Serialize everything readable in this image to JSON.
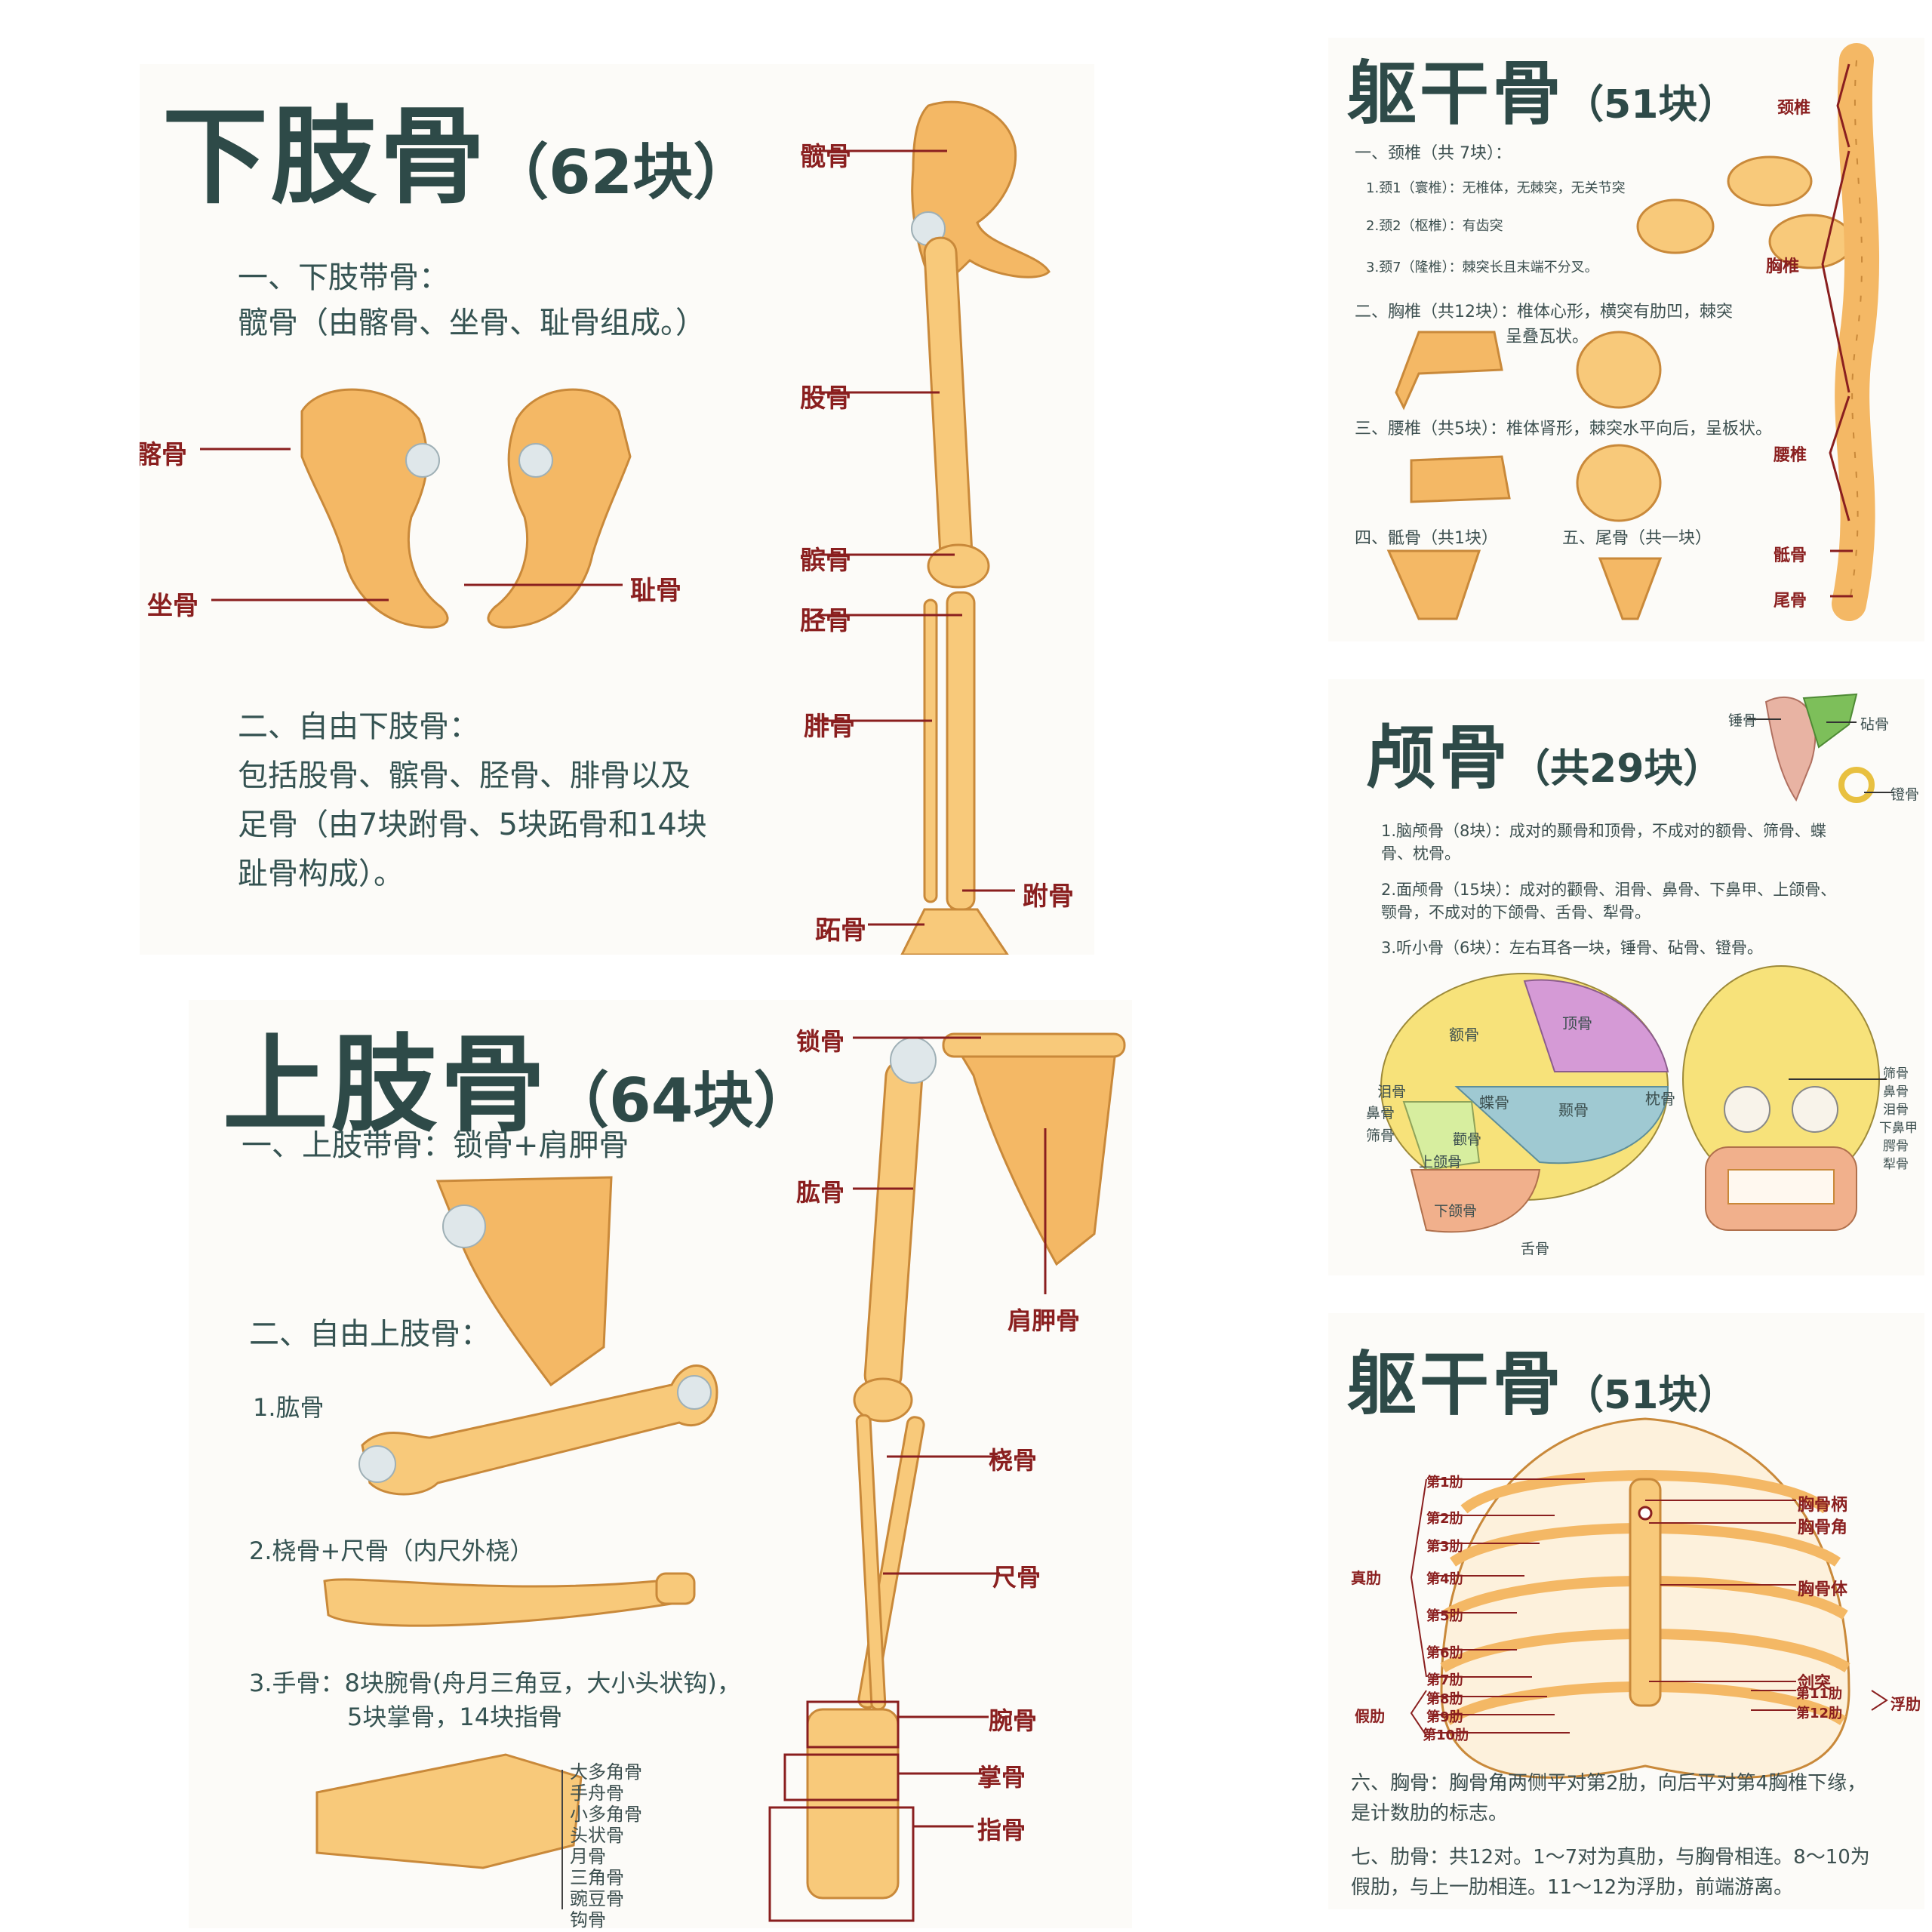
{
  "lower": {
    "title": "下肢骨",
    "count": "（62块）",
    "h1": "一、下肢带骨：",
    "h1_desc": "髋骨（由髂骨、坐骨、耻骨组成。）",
    "h2": "二、自由下肢骨：",
    "h2_l1": "包括股骨、髌骨、胫骨、腓骨以及",
    "h2_l2": "足骨（由7块跗骨、5块跖骨和14块",
    "h2_l3": "趾骨构成）。",
    "labels": {
      "ilium": "髂骨",
      "ischium": "坐骨",
      "pubis": "耻骨",
      "hip": "髋骨",
      "femur": "股骨",
      "patella": "髌骨",
      "tibia": "胫骨",
      "fibula": "腓骨",
      "tarsal": "跗骨",
      "metatarsal": "跖骨"
    }
  },
  "upper": {
    "title": "上肢骨",
    "count": "（64块）",
    "h1": "一、上肢带骨：锁骨+肩胛骨",
    "h2": "二、自由上肢骨：",
    "i1": "1.肱骨",
    "i2": "2.桡骨+尺骨（内尺外桡）",
    "i3_l1": "3.手骨：8块腕骨(舟月三角豆，大小头状钩)，",
    "i3_l2": "5块掌骨，14块指骨",
    "labels": {
      "clavicle": "锁骨",
      "humerus": "肱骨",
      "scapula": "肩胛骨",
      "radius": "桡骨",
      "ulna": "尺骨",
      "carpal": "腕骨",
      "metacarpal": "掌骨",
      "phalanx": "指骨"
    },
    "carpals": [
      "大多角骨",
      "手舟骨",
      "小多角骨",
      "头状骨",
      "月骨",
      "三角骨",
      "豌豆骨",
      "钩骨"
    ]
  },
  "trunk": {
    "title": "躯干骨",
    "count": "（51块）",
    "c": "一、颈椎（共 7块）：",
    "c1": "1.颈1（寰椎）：无椎体，无棘突，无关节突",
    "c2": "2.颈2（枢椎）：有齿突",
    "c7": "3.颈7（隆椎）：棘突长且末端不分叉。",
    "t_l1": "二、胸椎（共12块）：椎体心形，横突有肋凹，棘突",
    "t_l2": "呈叠瓦状。",
    "l": "三、腰椎（共5块）：椎体肾形，棘突水平向后，呈板状。",
    "s": "四、骶骨（共1块）",
    "co": "五、尾骨（共一块）",
    "spine": {
      "cervical": "颈椎",
      "thoracic": "胸椎",
      "lumbar": "腰椎",
      "sacrum": "骶骨",
      "coccyx": "尾骨"
    }
  },
  "skull": {
    "title": "颅骨",
    "count": "（共29块）",
    "ossicles": {
      "malleus": "锤骨",
      "incus": "砧骨",
      "stapes": "镫骨"
    },
    "p1_l1": "1.脑颅骨（8块）：成对的颞骨和顶骨，不成对的额骨、筛骨、蝶",
    "p1_l2": "骨、枕骨。",
    "p2_l1": "2.面颅骨（15块）：成对的颧骨、泪骨、鼻骨、下鼻甲、上颌骨、",
    "p2_l2": "颚骨，不成对的下颌骨、舌骨、犁骨。",
    "p3": "3.听小骨（6块）：左右耳各一块，锤骨、砧骨、镫骨。",
    "side": {
      "frontal": "额骨",
      "parietal": "顶骨",
      "lacrimal": "泪骨",
      "nasal": "鼻骨",
      "ethmoid": "筛骨",
      "sphenoid": "蝶骨",
      "temporal": "颞骨",
      "occipital": "枕骨",
      "zygomatic": "颧骨",
      "maxilla": "上颌骨",
      "mandible": "下颌骨",
      "hyoid": "舌骨"
    },
    "front": [
      "筛骨",
      "鼻骨",
      "泪骨",
      "下鼻甲",
      "腭骨",
      "犁骨"
    ]
  },
  "thorax": {
    "title": "躯干骨",
    "count": "（51块）",
    "ribs": [
      "第1肋",
      "第2肋",
      "第3肋",
      "第4肋",
      "第5肋",
      "第6肋",
      "第7肋",
      "第8肋",
      "第9肋",
      "第10肋"
    ],
    "true_ribs": "真肋",
    "false_ribs": "假肋",
    "float_ribs": "浮肋",
    "rib11": "第11肋",
    "rib12": "第12肋",
    "manubrium": "胸骨柄",
    "angle": "胸骨角",
    "body": "胸骨体",
    "xiphoid": "剑突",
    "p6_l1": "六、胸骨：胸骨角两侧平对第2肋，向后平对第4胸椎下缘，",
    "p6_l2": "是计数肋的标志。",
    "p7_l1": "七、肋骨：共12对。1～7对为真肋，与胸骨相连。8～10为",
    "p7_l2": "假肋，与上一肋相连。11～12为浮肋，前端游离。"
  },
  "colors": {
    "bone": "#f8c97a",
    "label": "#8a1f1f",
    "title": "#2e4a48"
  }
}
